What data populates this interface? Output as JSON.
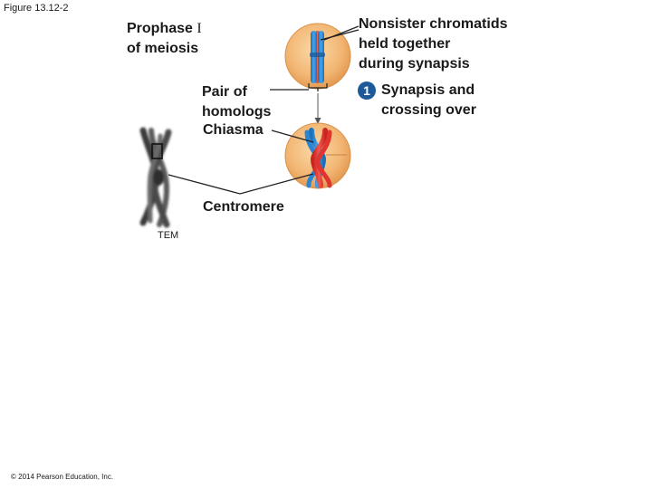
{
  "figure": {
    "label": "Figure 13.12-2"
  },
  "stage": {
    "line1": "Prophase ",
    "roman": "I",
    "line2": "of meiosis"
  },
  "labels": {
    "nonsister": "Nonsister chromatids\nheld together\nduring synapsis",
    "pair_of_homologs": "Pair of\nhomologs",
    "chiasma": "Chiasma",
    "centromere": "Centromere",
    "tem": "TEM"
  },
  "step": {
    "number": "1",
    "text": "Synapsis and\ncrossing over"
  },
  "footer": {
    "copyright": "© 2014 Pearson Education, Inc."
  },
  "colors": {
    "cell_light": "#f8c98e",
    "cell_dark": "#e39a52",
    "chromatid_blue": "#2a86d4",
    "chromatid_red": "#e2342f",
    "step_badge": "#1e5a99"
  }
}
